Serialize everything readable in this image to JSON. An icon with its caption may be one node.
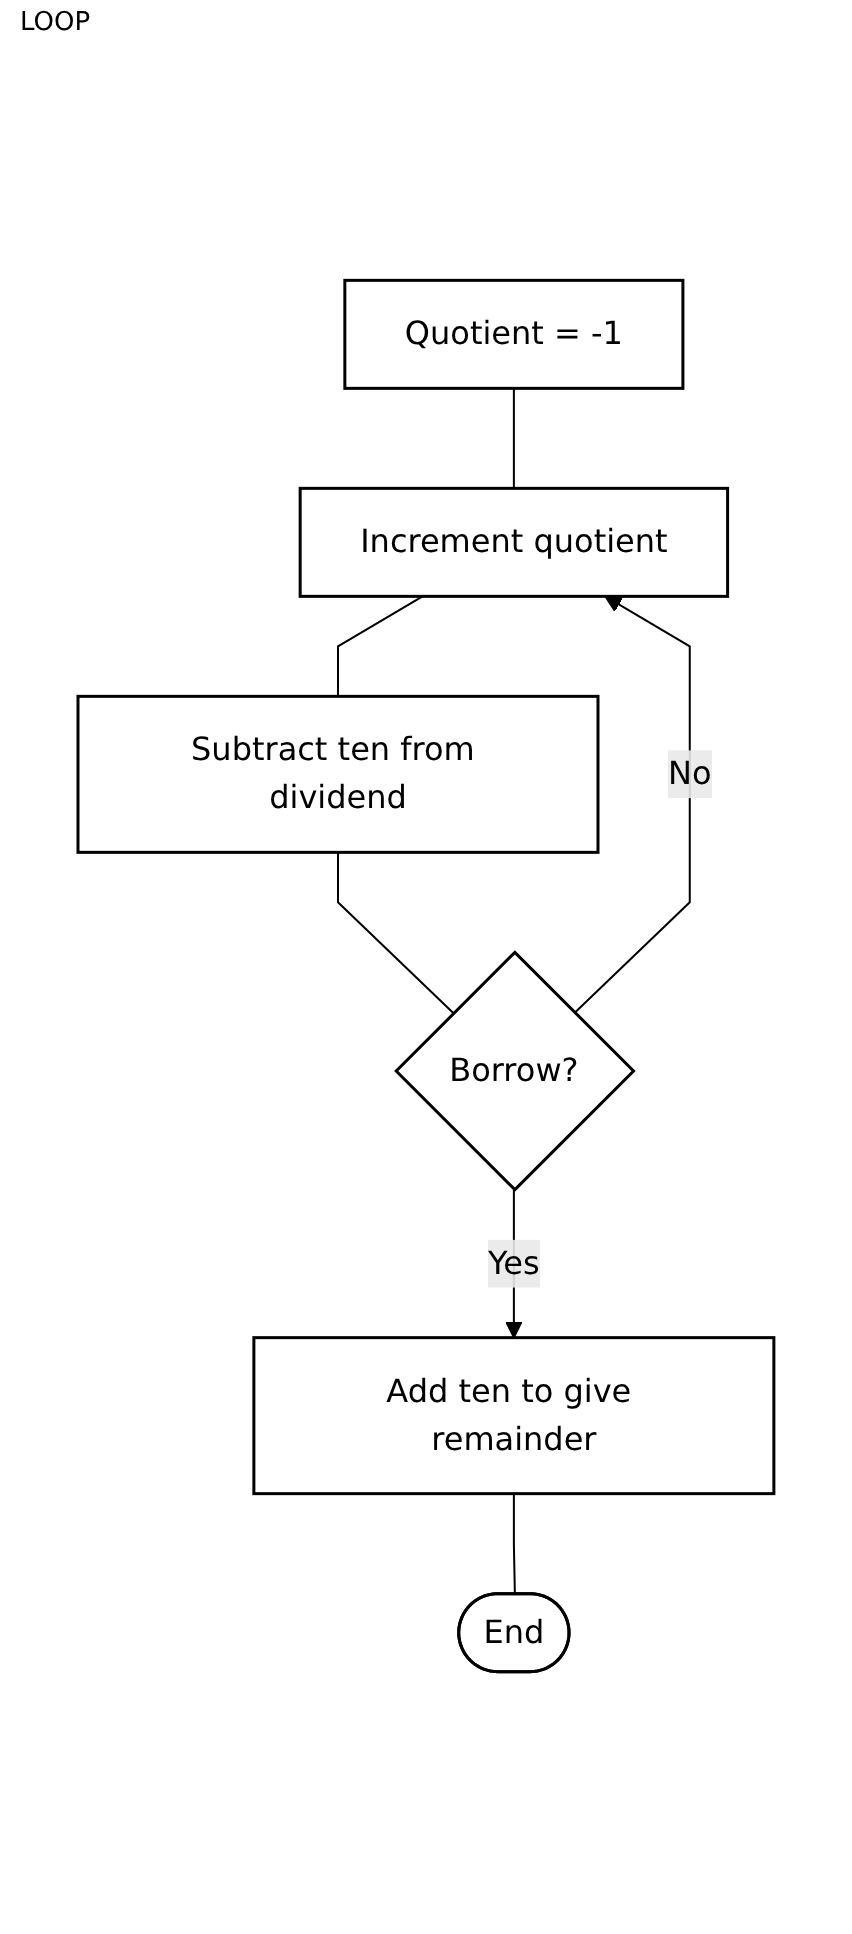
{
  "diagram": {
    "nodes": [
      {
        "text": [
          "Quotient = -1"
        ]
      },
      {
        "text": [
          "Increment quotient"
        ]
      },
      {
        "text": [
          "Subtract ten from dividend"
        ]
      },
      {
        "text": [
          "Borrow?"
        ]
      },
      {
        "text": [
          "Add ten to give remainder"
        ]
      },
      {
        "text": [
          "End"
        ]
      }
    ],
    "edges": [
      {
        "from": 0,
        "to": 1,
        "arrow": "none"
      },
      {
        "from": 1,
        "to": 2,
        "arrow": "none"
      },
      {
        "from": 2,
        "to": 3,
        "arrow": "none"
      },
      {
        "from": 3,
        "to": 1,
        "label": "No",
        "arrow": "to"
      },
      {
        "from": 3,
        "to": 4,
        "label": "Yes",
        "arrow": "to"
      },
      {
        "from": 4,
        "to": 5,
        "arrow": "none"
      }
    ],
    "labels": [
      "LOOP"
    ]
  }
}
